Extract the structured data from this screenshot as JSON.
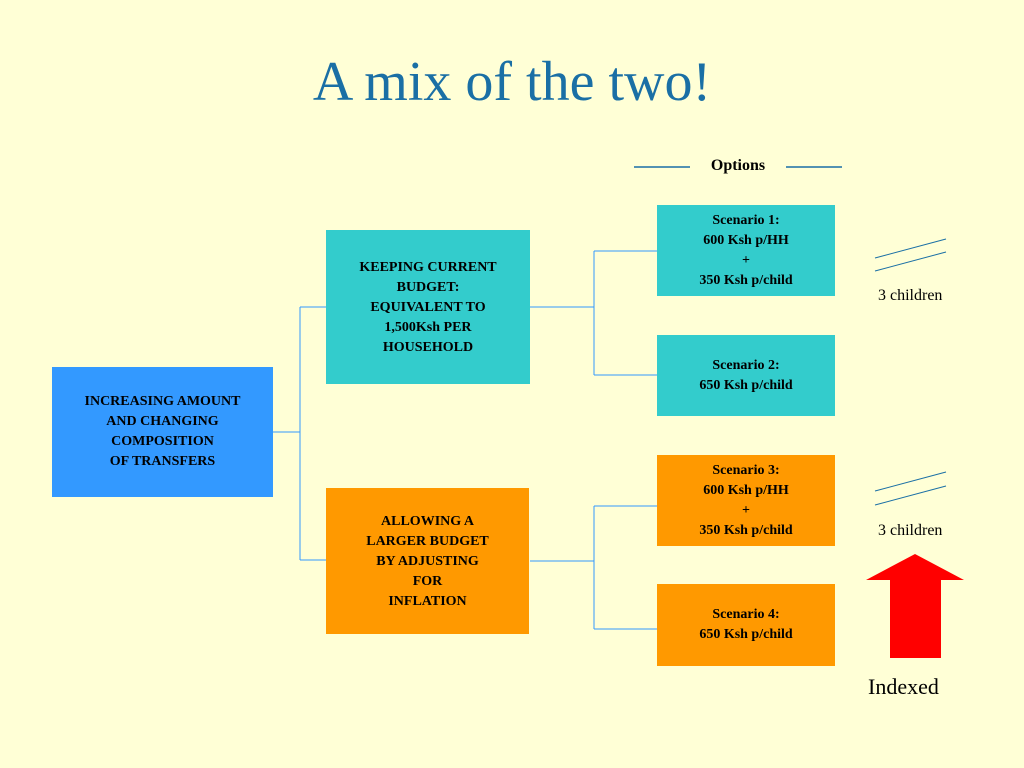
{
  "title": "A mix of the two!",
  "options_label": "Options",
  "root": "INCREASING AMOUNT\nAND CHANGING\nCOMPOSITION\nOF TRANSFERS",
  "branch_current": "KEEPING CURRENT\nBUDGET:\nEQUIVALENT TO\n1,500Ksh PER\nHOUSEHOLD",
  "branch_larger": "ALLOWING A\nLARGER BUDGET\nBY ADJUSTING\nFOR\nINFLATION",
  "scenarios": [
    "Scenario 1:\n600 Ksh p/HH\n+\n350 Ksh p/child",
    "Scenario 2:\n650 Ksh p/child",
    "Scenario 3:\n600 Ksh p/HH\n+\n350 Ksh p/child",
    "Scenario 4:\n650 Ksh p/child"
  ],
  "children_label_1": "3 children",
  "children_label_2": "3 children",
  "indexed_label": "Indexed",
  "colors": {
    "background": "#ffffd6",
    "title": "#1a6fa5",
    "root": "#3399ff",
    "teal": "#33cccc",
    "orange": "#ff9900",
    "connector": "#3399ff",
    "arrow": "#ff0000"
  }
}
